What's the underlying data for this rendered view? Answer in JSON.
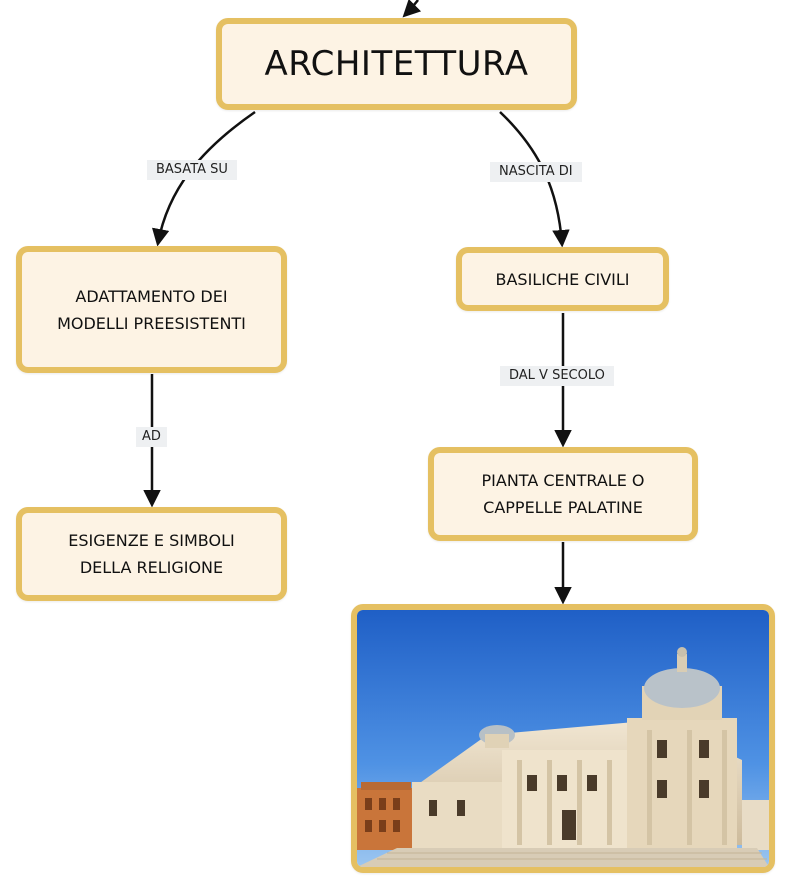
{
  "nodes": {
    "root": "ARCHITETTURA",
    "adattamento": "ADATTAMENTO DEI\nMODELLI PREESISTENTI",
    "basiliche": "BASILICHE CIVILI",
    "esigenze": "ESIGENZE E SIMBOLI\nDELLA RELIGIONE",
    "pianta": "PIANTA CENTRALE O\nCAPPELLE PALATINE"
  },
  "edge_labels": {
    "basata_su": "BASATA SU",
    "nascita_di": "NASCITA DI",
    "dal_v_secolo": "DAL V SECOLO",
    "ad": "AD"
  },
  "photo": {
    "icon": "basilica-photo"
  },
  "colors": {
    "node_fill": "#fdf3e4",
    "node_border": "#e5c062",
    "label_bg": "#eef0f2",
    "line": "#111111"
  }
}
